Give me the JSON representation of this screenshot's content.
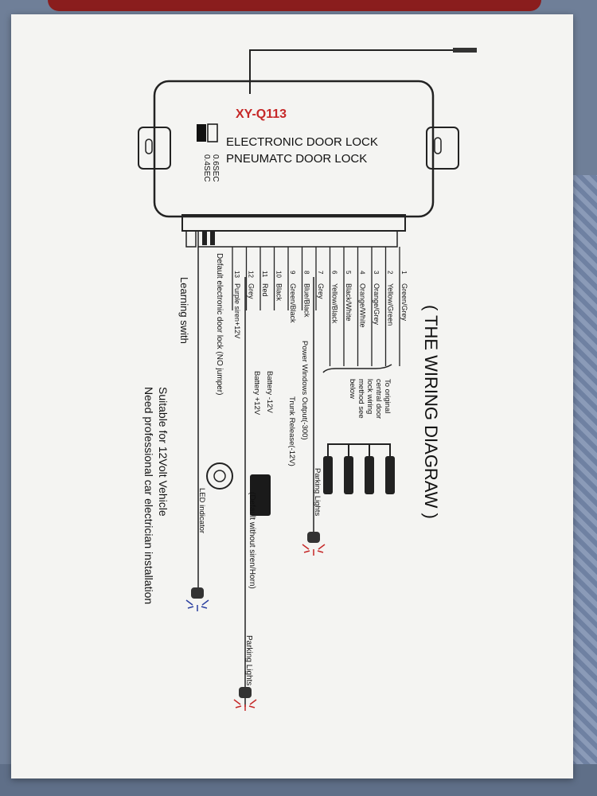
{
  "device": {
    "model": "XY-Q113",
    "line1": "ELECTRONIC DOOR LOCK",
    "line2": "PNEUMATC DOOR LOCK",
    "switch_label_1": "0.6SEC",
    "switch_label_2": "0.4SEC"
  },
  "title": "( THE WIRING DIAGRAW )",
  "wires": [
    {
      "num": "1",
      "color": "Green/Grey"
    },
    {
      "num": "2",
      "color": "Yellow/Green"
    },
    {
      "num": "3",
      "color": "Orange/Grey"
    },
    {
      "num": "4",
      "color": "Orange/White"
    },
    {
      "num": "5",
      "color": "Black/White"
    },
    {
      "num": "6",
      "color": "Yellow/Black"
    },
    {
      "num": "7",
      "color": "Grey"
    },
    {
      "num": "8",
      "color": "Blue/Black"
    },
    {
      "num": "9",
      "color": "Green/Black"
    },
    {
      "num": "10",
      "color": "Black"
    },
    {
      "num": "11",
      "color": "Red"
    },
    {
      "num": "12",
      "color": "Grey"
    },
    {
      "num": "13",
      "color": "Purple siren+12V"
    }
  ],
  "notes": {
    "central_lock": [
      "To original",
      "central door",
      "lock wiring",
      "method see",
      "below"
    ],
    "parking_lights_1": "Parking Lights",
    "power_windows": "Power Windows Output(-300)",
    "trunk": "Trunk Release(-12V)",
    "battery_minus": "Battery -12V",
    "battery_plus": "Battery +12V",
    "siren_note": "(Default without siren/Horn)",
    "parking_lights_2": "Parking Lights",
    "default_lock": "Default electronic door lock (NO jumper)",
    "led": "LED indicator",
    "learning": "Learning swith",
    "suitable": "Suitable for 12Volt Vehicle",
    "need": "Need professional car electrician installation"
  },
  "colors": {
    "model_red": "#c62828",
    "ink": "#111111",
    "paper": "#f4f4f2"
  }
}
